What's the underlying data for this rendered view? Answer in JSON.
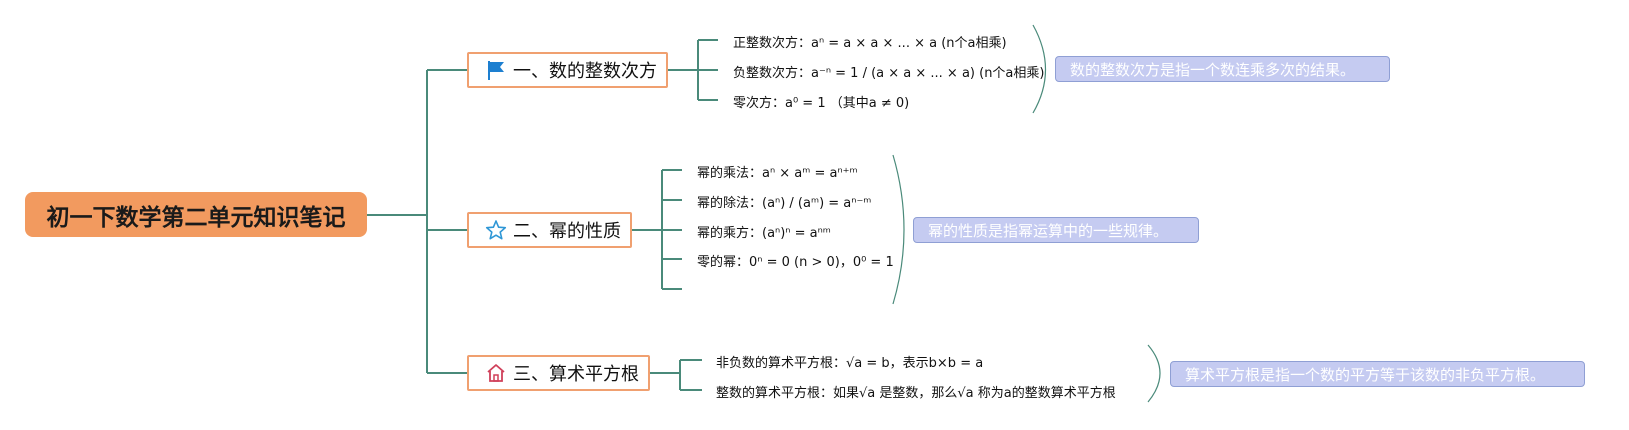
{
  "root": {
    "title": "初一下数学第二单元知识笔记"
  },
  "branches": [
    {
      "label": "一、数的整数次方",
      "icon": "flag-icon",
      "leaves": [
        "正整数次方：aⁿ = a × a × ... × a (n个a相乘)",
        "负整数次方：a⁻ⁿ = 1 / (a × a × ... × a) (n个a相乘)",
        "零次方：a⁰ = 1 （其中a ≠ 0)"
      ],
      "summary": "数的整数次方是指一个数连乘多次的结果。"
    },
    {
      "label": "二、幂的性质",
      "icon": "star-icon",
      "leaves": [
        "幂的乘法：aⁿ × aᵐ = aⁿ⁺ᵐ",
        "幂的除法：(aⁿ) / (aᵐ) = aⁿ⁻ᵐ",
        "幂的乘方：(aⁿ)ⁿ = aⁿᵐ",
        "零的幂：0ⁿ = 0 (n > 0)，0⁰ = 1",
        ""
      ],
      "summary": "幂的性质是指幂运算中的一些规律。"
    },
    {
      "label": "三、算术平方根",
      "icon": "house-icon",
      "leaves": [
        "非负数的算术平方根：√a = b，表示b×b = a",
        "整数的算术平方根：如果√a 是整数，那么√a 称为a的整数算术平方根"
      ],
      "summary": "算术平方根是指一个数的平方等于该数的非负平方根。"
    }
  ],
  "colors": {
    "root_fill": "#f29a5f",
    "branch_border": "#f0a070",
    "connector": "#4a8a7a",
    "summary_fill": "#c5cbf1",
    "summary_border": "#8f9fd4",
    "flag": "#1d7fd0",
    "star": "#2f97d6",
    "house": "#d0405a"
  }
}
